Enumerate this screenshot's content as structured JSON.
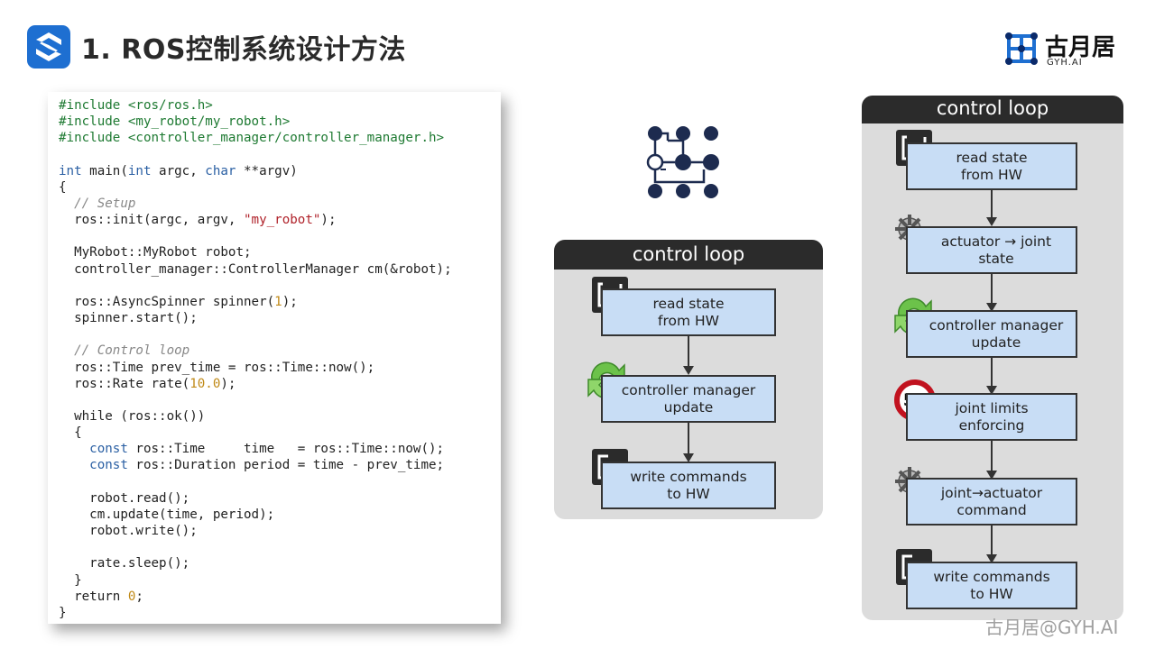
{
  "header": {
    "title": "1. ROS控制系统设计方法",
    "logo_text": "古月居",
    "logo_sub": "GYH.AI"
  },
  "code": {
    "line01_inc": "#include <ros/ros.h>",
    "line02_inc": "#include <my_robot/my_robot.h>",
    "line03_inc": "#include <controller_manager/controller_manager.h>",
    "line05_kw1": "int",
    "line05_a": " main(",
    "line05_kw2": "int",
    "line05_b": " argc, ",
    "line05_kw3": "char",
    "line05_c": " **argv)",
    "line06": "{",
    "line07_cmt": "  // Setup",
    "line08_a": "  ros::init(argc, argv, ",
    "line08_str": "\"my_robot\"",
    "line08_b": ");",
    "line10": "  MyRobot::MyRobot robot;",
    "line11": "  controller_manager::ControllerManager cm(&robot);",
    "line13_a": "  ros::AsyncSpinner spinner(",
    "line13_num": "1",
    "line13_b": ");",
    "line14": "  spinner.start();",
    "line16_cmt": "  // Control loop",
    "line17": "  ros::Time prev_time = ros::Time::now();",
    "line18_a": "  ros::Rate rate(",
    "line18_num": "10.0",
    "line18_b": ");",
    "line20": "  while (ros::ok())",
    "line21": "  {",
    "line22_kw": "const",
    "line22_b": " ros::Time     time   = ros::Time::now();",
    "line23_kw": "const",
    "line23_b": " ros::Duration period = time - prev_time;",
    "line25": "    robot.read();",
    "line26": "    cm.update(time, period);",
    "line27": "    robot.write();",
    "line29": "    rate.sleep();",
    "line30": "  }",
    "line31_a": "  return ",
    "line31_num": "0",
    "line31_b": ";",
    "line32": "}"
  },
  "loop_simple": {
    "title": "control loop",
    "steps": [
      "read state\nfrom HW",
      "controller manager\nupdate",
      "write commands\nto HW"
    ]
  },
  "loop_full": {
    "title": "control loop",
    "steps": [
      "read state\nfrom HW",
      "actuator → joint\nstate",
      "controller manager\nupdate",
      "joint limits\nenforcing",
      "joint→actuator\ncommand",
      "write commands\nto HW"
    ],
    "speed_limit": "50"
  },
  "watermark": "古月居@GYH.AI",
  "colors": {
    "brand_blue": "#1e6fd1",
    "box_fill": "#c8ddf5",
    "sign_red": "#c1121f"
  }
}
